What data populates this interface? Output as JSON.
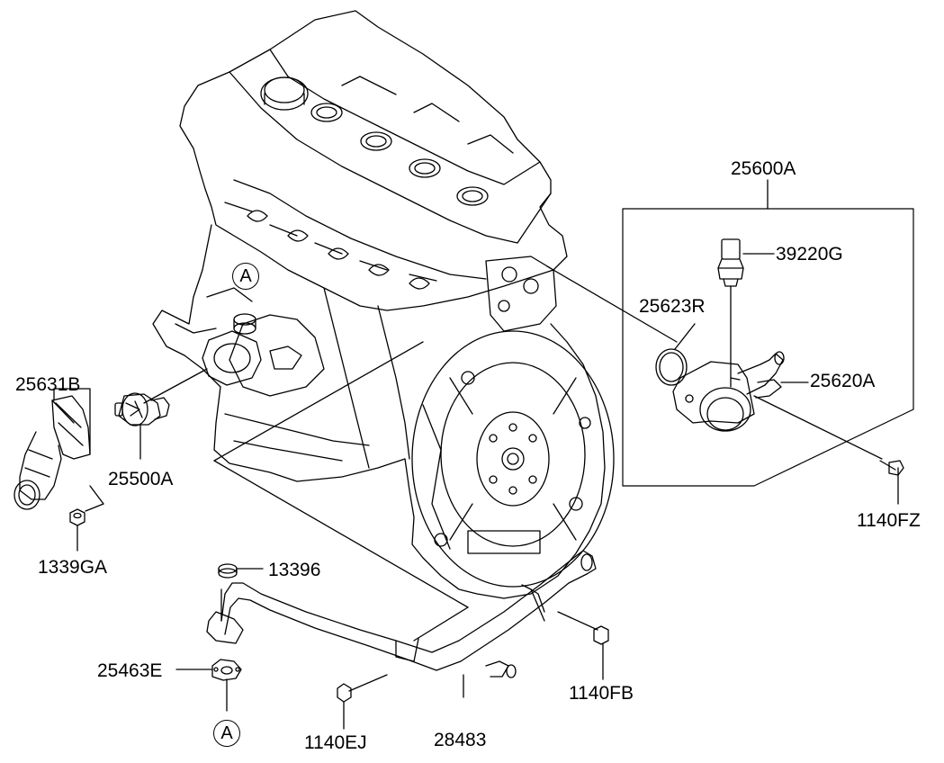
{
  "diagram": {
    "callouts": {
      "assembly": "25600A",
      "temp_sensor": "39220G",
      "o_ring": "25623R",
      "water_outlet": "25620A",
      "bolt_fz": "1140FZ",
      "inlet_fitting": "25631B",
      "thermostat": "25500A",
      "nut": "1339GA",
      "seal_nut": "13396",
      "gasket": "25463E",
      "bolt_ej": "1140EJ",
      "pipe": "28483",
      "bolt_fb": "1140FB"
    },
    "reference_marks": {
      "top": "A",
      "bottom": "A"
    }
  }
}
